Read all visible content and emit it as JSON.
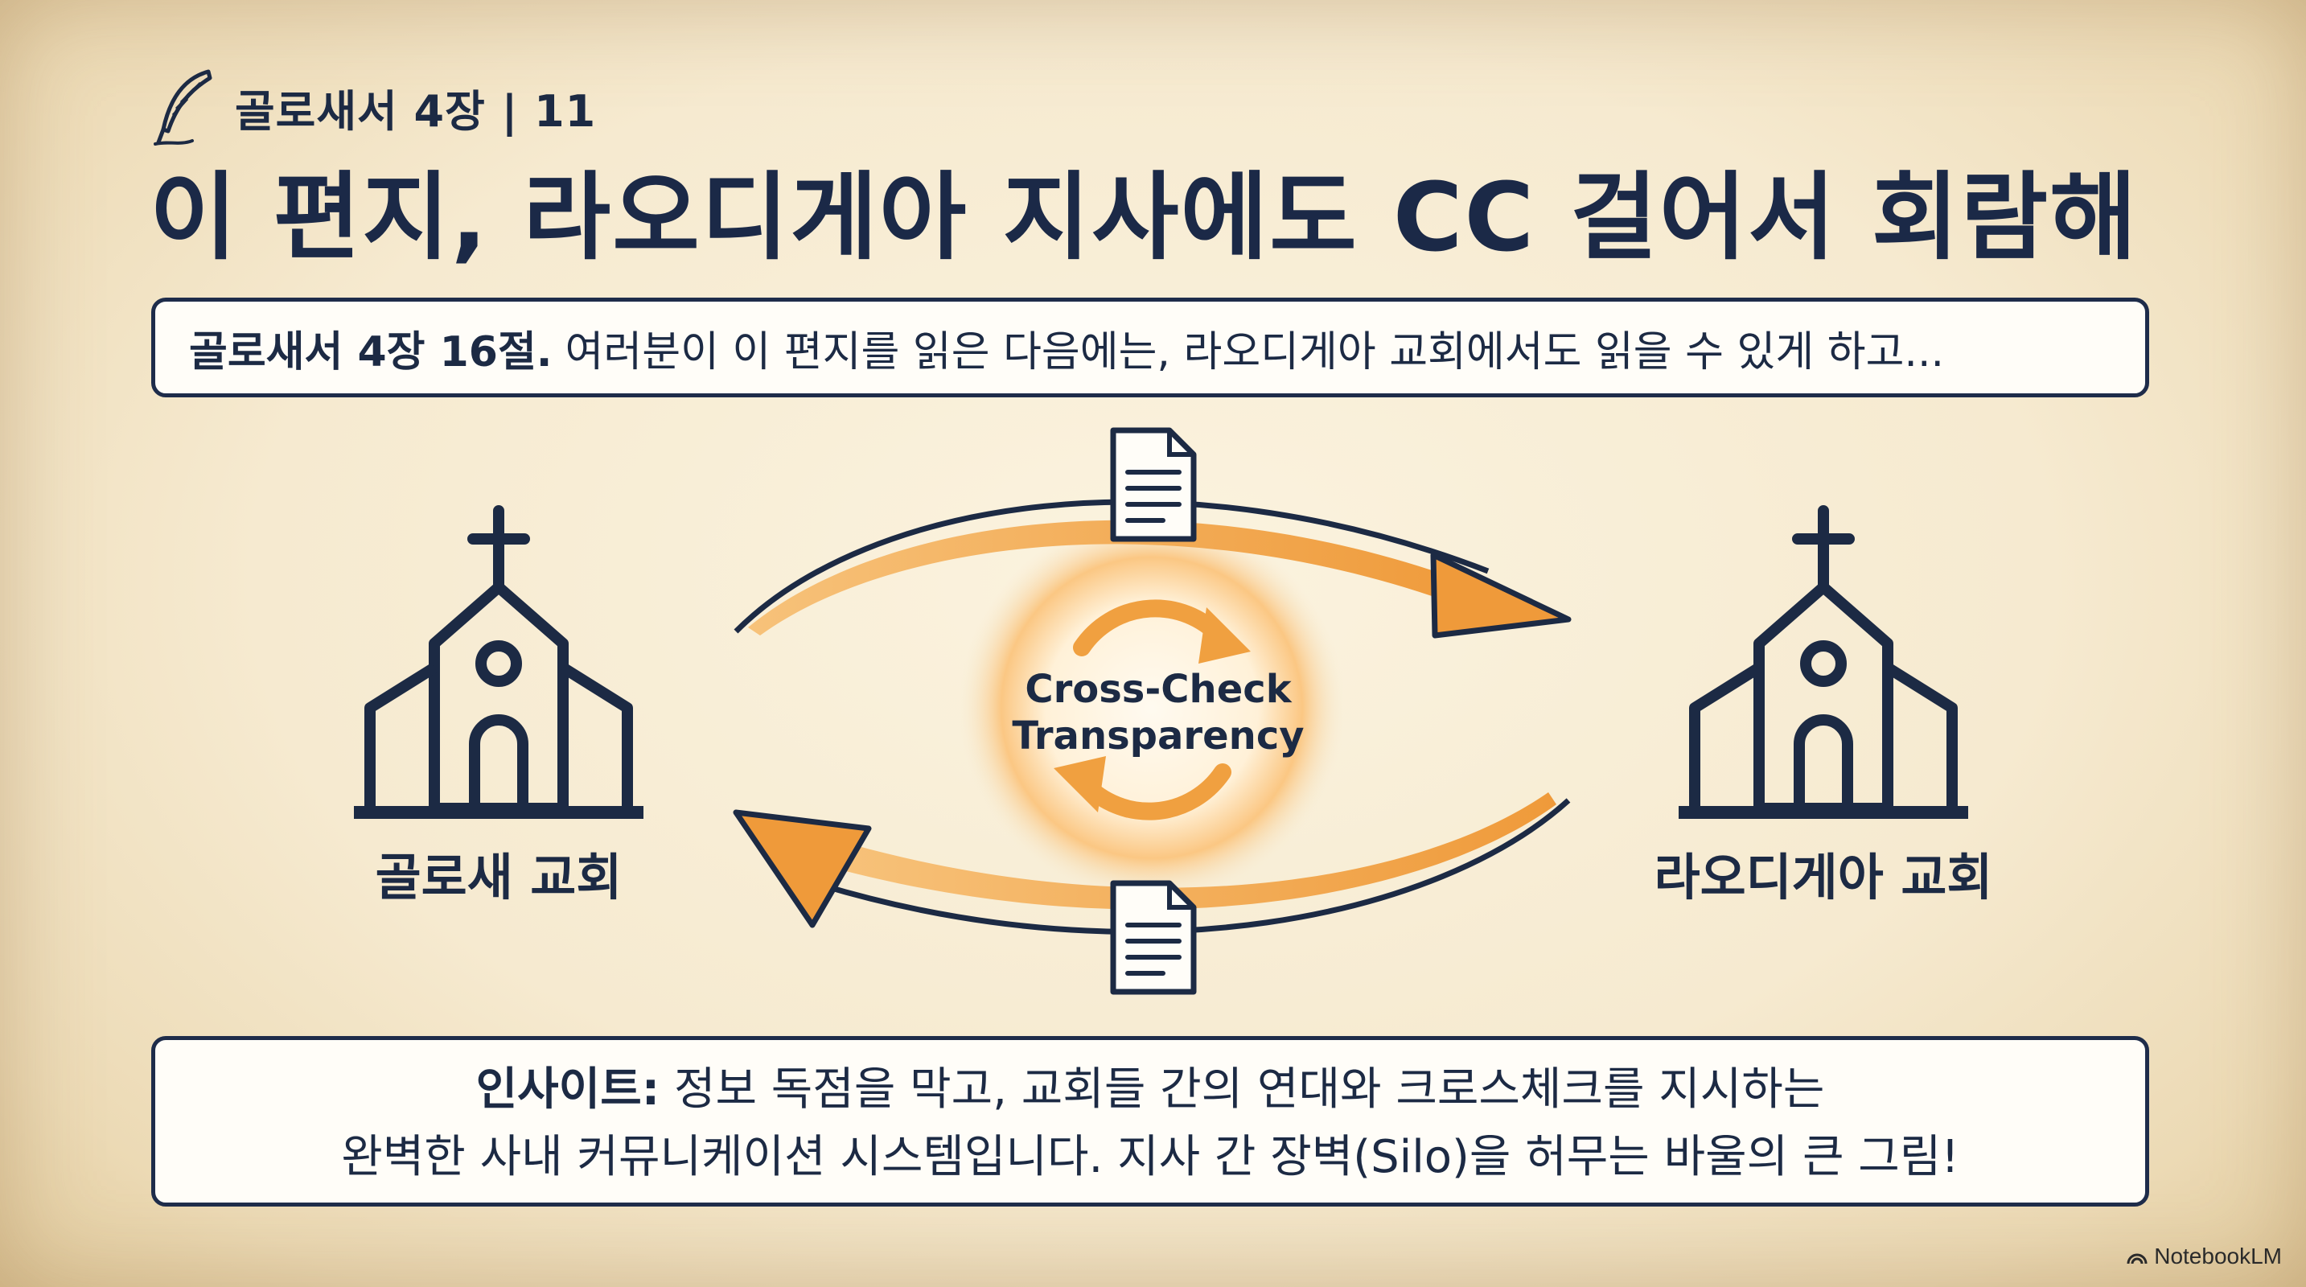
{
  "header": {
    "text": "골로새서 4장 | 11",
    "icon": "quill-icon"
  },
  "title": "이 편지, 라오디게아 지사에도 CC 걸어서 회람해",
  "verse": {
    "reference": "골로새서 4장 16절.",
    "text": "여러분이 이 편지를 읽은 다음에는, 라오디게아 교회에서도 읽을 수 있게 하고..."
  },
  "diagram": {
    "left_church": "골로새 교회",
    "right_church": "라오디게아 교회",
    "center_line1": "Cross-Check",
    "center_line2": "Transparency",
    "accent_color": "#f0a040",
    "ink_color": "#1c2a44"
  },
  "insight": {
    "label": "인사이트:",
    "line1": "정보 독점을 막고, 교회들 간의 연대와 크로스체크를 지시하는",
    "line2": "완벽한 사내 커뮤니케이션 시스템입니다. 지사 간 장벽(Silo)을 허무는 바울의 큰 그림!"
  },
  "watermark": "NotebookLM"
}
